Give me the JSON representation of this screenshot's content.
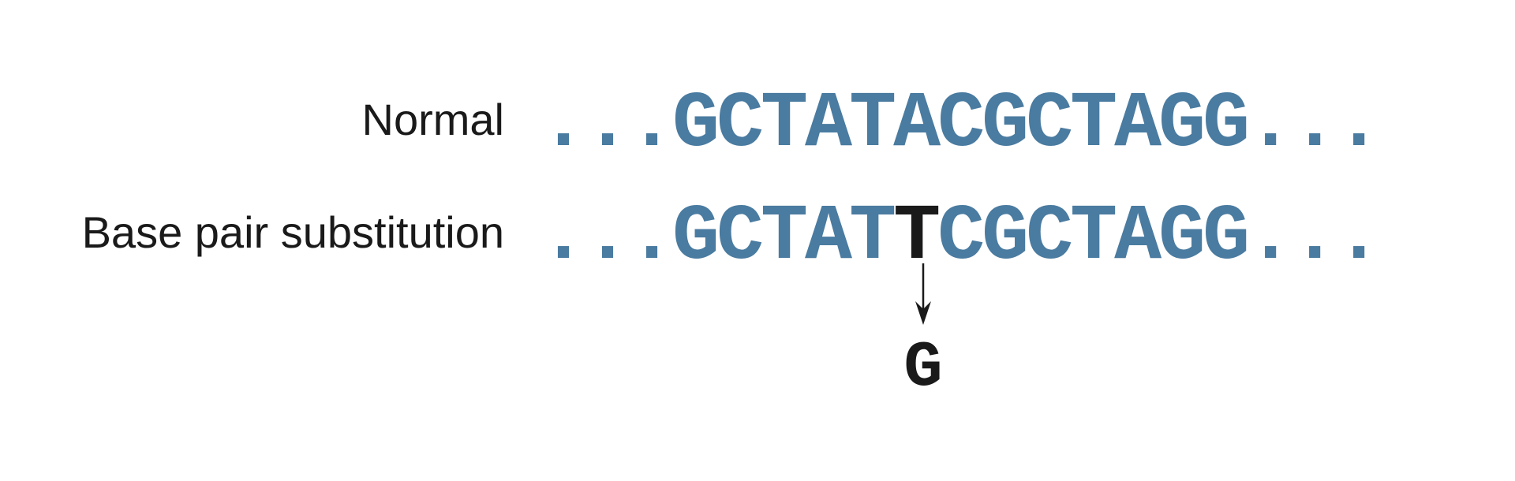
{
  "colors": {
    "sequence": "#4a7ba0",
    "highlight": "#1a1a1a"
  },
  "rows": {
    "normal": {
      "label": "Normal",
      "sequence": "...GCTATACGCTAGG..."
    },
    "substitution": {
      "label": "Base pair substitution",
      "prefix": "...GCTAT",
      "highlight": "T",
      "suffix": "CGCTAGG..."
    }
  },
  "mutation": {
    "replacement": "G"
  }
}
